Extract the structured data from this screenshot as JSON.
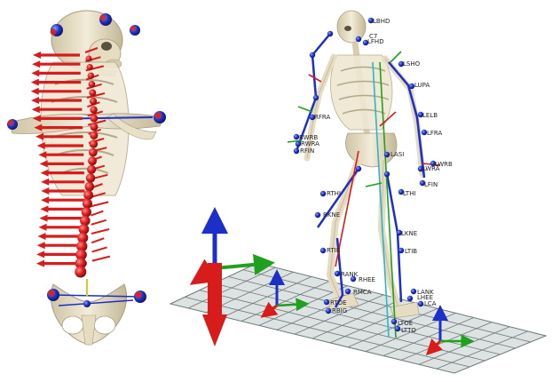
{
  "marker_labels": [
    {
      "id": "LBHD",
      "text": "LBHD"
    },
    {
      "id": "C7",
      "text": "C7"
    },
    {
      "id": "LFHD",
      "text": "LFHD"
    },
    {
      "id": "LSHO",
      "text": "LSHO"
    },
    {
      "id": "LUPA",
      "text": "LUPA"
    },
    {
      "id": "LELB",
      "text": "LELB"
    },
    {
      "id": "LFRA",
      "text": "LFRA"
    },
    {
      "id": "LWRB",
      "text": "LWRB"
    },
    {
      "id": "LWRA",
      "text": "LWRA"
    },
    {
      "id": "LFIN",
      "text": "LFIN"
    },
    {
      "id": "LASI",
      "text": "LASI"
    },
    {
      "id": "LTHI",
      "text": "LTHI"
    },
    {
      "id": "LKNE",
      "text": "LKNE"
    },
    {
      "id": "LTIB",
      "text": "LTIB"
    },
    {
      "id": "LANK",
      "text": "LANK"
    },
    {
      "id": "LHEE",
      "text": "LHEE"
    },
    {
      "id": "LCA",
      "text": "LCA"
    },
    {
      "id": "LTOE",
      "text": "LTOE"
    },
    {
      "id": "LTTO",
      "text": "LTTO"
    },
    {
      "id": "RFRA",
      "text": "RFRA"
    },
    {
      "id": "RWRB",
      "text": "RWRB"
    },
    {
      "id": "RWRA",
      "text": "RWRA"
    },
    {
      "id": "RFIN",
      "text": "RFIN"
    },
    {
      "id": "RTHI",
      "text": "RTHI"
    },
    {
      "id": "RKNE",
      "text": "RKNE"
    },
    {
      "id": "RTIB",
      "text": "RTIB"
    },
    {
      "id": "RANK",
      "text": "RANK"
    },
    {
      "id": "RHEE",
      "text": "RHEE"
    },
    {
      "id": "RMCA",
      "text": "RMCA"
    },
    {
      "id": "RTOE",
      "text": "RTOE"
    },
    {
      "id": "RBIG",
      "text": "RBIG"
    }
  ],
  "colors": {
    "background": "#ffffff",
    "bone": "#ece4cf",
    "bone_shadow": "#b9ae93",
    "force_arrow": "#d81c1c",
    "marker": "#1c2fc8",
    "axis_x": "#d81c1c",
    "axis_y": "#1fa01f",
    "axis_z": "#1c2fc8",
    "floor": "#dde3e3",
    "grid_line": "#6f7777"
  }
}
